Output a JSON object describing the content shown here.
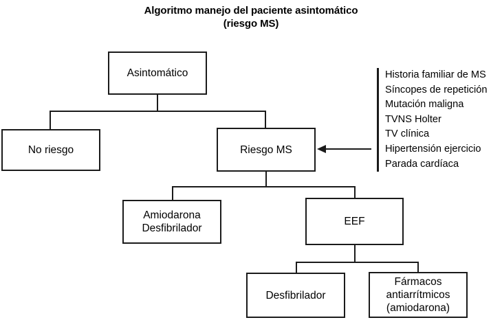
{
  "title": {
    "line1": "Algoritmo manejo del paciente asintomático",
    "line2": "(riesgo MS)"
  },
  "nodes": {
    "root": {
      "label": "Asintomático"
    },
    "no_risk": {
      "label": "No riesgo"
    },
    "risk_ms": {
      "label": "Riesgo MS"
    },
    "amiodarona": {
      "line1": "Amiodarona",
      "line2": "Desfibrilador"
    },
    "eef": {
      "label": "EEF"
    },
    "desfibrilador": {
      "label": "Desfibrilador"
    },
    "farmacos": {
      "line1": "Fármacos",
      "line2": "antiarrítmicos",
      "line3": "(amiodarona)"
    }
  },
  "risk_factors": {
    "items": [
      "Historia familiar de MS",
      "Síncopes de repetición",
      "Mutación maligna",
      "TVNS Holter",
      "TV clínica",
      "Hipertensión ejercicio",
      "Parada cardíaca"
    ]
  },
  "colors": {
    "stroke": "#1a1a1a",
    "background": "#ffffff",
    "text": "#000000"
  },
  "chart_data": {
    "type": "diagram",
    "title": "Algoritmo manejo del paciente asintomático (riesgo MS)",
    "nodes": [
      {
        "id": "root",
        "label": "Asintomático",
        "level": 0
      },
      {
        "id": "no_risk",
        "label": "No riesgo",
        "level": 1
      },
      {
        "id": "risk_ms",
        "label": "Riesgo MS",
        "level": 1
      },
      {
        "id": "amiodarona",
        "label": "Amiodarona Desfibrilador",
        "level": 2
      },
      {
        "id": "eef",
        "label": "EEF",
        "level": 2
      },
      {
        "id": "desfibrilador",
        "label": "Desfibrilador",
        "level": 3
      },
      {
        "id": "farmacos",
        "label": "Fármacos antiarrítmicos (amiodarona)",
        "level": 3
      }
    ],
    "edges": [
      {
        "from": "root",
        "to": "no_risk"
      },
      {
        "from": "root",
        "to": "risk_ms"
      },
      {
        "from": "risk_ms",
        "to": "amiodarona"
      },
      {
        "from": "risk_ms",
        "to": "eef"
      },
      {
        "from": "eef",
        "to": "desfibrilador"
      },
      {
        "from": "eef",
        "to": "farmacos"
      },
      {
        "from": "risk_factors_annotation",
        "to": "risk_ms",
        "style": "arrow"
      }
    ]
  }
}
